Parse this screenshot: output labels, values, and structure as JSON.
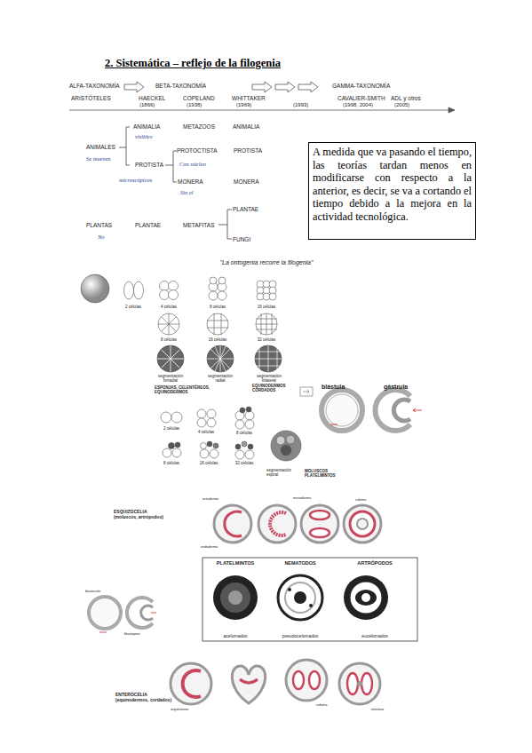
{
  "diagram": {
    "title": "2. Sistemática – reflejo de la filogenia",
    "nodes": [
      {
        "text": [
          "A medida que va pasando el tiempo, las teorías tardan menos en modificarse con respecto a la anterior, es decir, se va a cortando el tiempo debido a la mejora en la actividad tecnológica."
        ]
      },
      {
        "text": [
          "PLATELMINTOS",
          "acelomados"
        ]
      },
      {
        "text": [
          "NEMATODOS",
          "pseudocelomados"
        ]
      },
      {
        "text": [
          "ARTRÓPODOS",
          "eucelomados"
        ]
      }
    ],
    "labels": [
      "ALFA-TAXONOMÍA",
      "BETA-TAXONOMÍA",
      "GAMMA-TAXONOMÍA",
      "ARISTÓTELES",
      "HAECKEL",
      "(1866)",
      "COPELAND",
      "(1938)",
      "WHITTAKER",
      "(1969)",
      "(1993)",
      "CAVALIER-SMITH",
      "(1998, 2004)",
      "ADL y otros",
      "(2005)",
      "ANIMALIA",
      "METAZOOS",
      "ANIMALIA",
      "visibles",
      "ANIMALES",
      "PROTOCTISTA",
      "PROTISTA",
      "Se mueven",
      "PROTISTA",
      "Con núcleo",
      "microscópicos",
      "MONERA",
      "MONERA",
      "Sin el",
      "PLANTAE",
      "PLANTAS",
      "PLANTAE",
      "METAFITAS",
      "No",
      "FUNGI",
      "\"La ontogenia recorre la filogenia\"",
      "2 células",
      "4 células",
      "8 células",
      "16 células",
      "8 células",
      "16 células",
      "32 células",
      "segmentación birradial",
      "segmentación radial",
      "segmentación bilateral",
      "ESPONJAS, CELENTÉREOS, EQUINODERMOS",
      "EQUINODERMOS CORDADOS",
      "blástula",
      "gástrula",
      "2 células",
      "4 células",
      "8 células",
      "8 células",
      "16 células",
      "32 células",
      "segmentación espiral",
      "MOLUSCOS PLATELMINTOS",
      "ESQUIZOCELIA (moluscos, artrópodos)",
      "ENTEROCELIA (equinodermos, cordados)",
      "ectodermo",
      "endodermo",
      "mesodermo",
      "celoma",
      "blastocele",
      "blastoporo",
      "arquénteron",
      "celoma",
      "intestino"
    ]
  }
}
